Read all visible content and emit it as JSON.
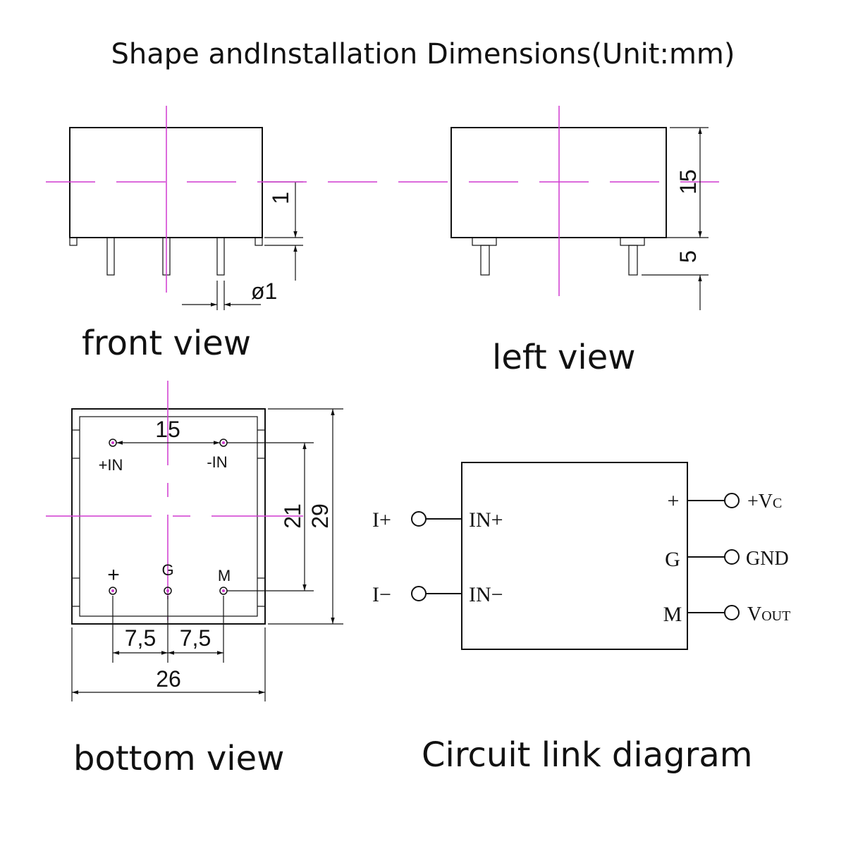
{
  "title": "Shape andInstallation Dimensions(Unit:mm)",
  "views": {
    "front": {
      "caption": "front view",
      "dim_offset": "1",
      "dim_pin_diameter": "ø1"
    },
    "left": {
      "caption": "left view",
      "dim_height": "15",
      "dim_pin_length": "5"
    },
    "bottom": {
      "caption": "bottom view",
      "pin_labels": {
        "in_plus": "+IN",
        "in_minus": "-IN",
        "plus": "+",
        "g": "G",
        "m": "M"
      },
      "dim_in_spacing": "15",
      "dim_pin_row_spacing": "21",
      "dim_depth": "29",
      "dim_left_spacing": "7,5",
      "dim_right_spacing": "7,5",
      "dim_width": "26"
    },
    "circuit": {
      "caption": "Circuit link diagram",
      "inputs": {
        "i_plus": "I+",
        "i_minus": "I−"
      },
      "internal": {
        "in_plus": "IN+",
        "in_minus": "IN−",
        "plus": "+",
        "g": "G",
        "m": "M"
      },
      "outputs": {
        "vc_prefix": "+V",
        "vc_sub": "C",
        "gnd": "GND",
        "vout_prefix": "V",
        "vout_sub": "OUT"
      }
    }
  },
  "colors": {
    "line": "#111111",
    "centerline": "#d13ad1",
    "background": "#ffffff"
  }
}
